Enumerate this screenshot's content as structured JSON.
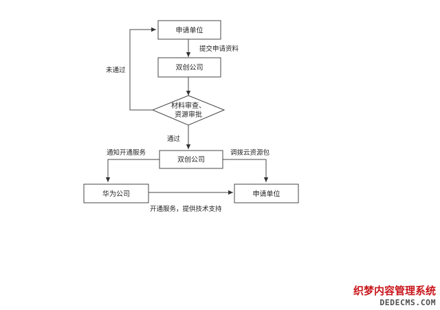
{
  "nodes": {
    "applicant_top": "申请单位",
    "shuangchuang_top": "双创公司",
    "review_line1": "材料审查、",
    "review_line2": "资源审批",
    "shuangchuang_mid": "双创公司",
    "huawei": "华为公司",
    "applicant_bottom": "申请单位"
  },
  "edges": {
    "submit_materials": "提交申请资料",
    "not_passed": "未通过",
    "passed": "通过",
    "notify_service": "通知开通服务",
    "allocate_resources": "调拨云资源包",
    "open_service_support": "开通服务，提供技术支持"
  },
  "watermark": {
    "line1": "织梦内容管理系统",
    "line2": "DEDECMS.COM"
  }
}
